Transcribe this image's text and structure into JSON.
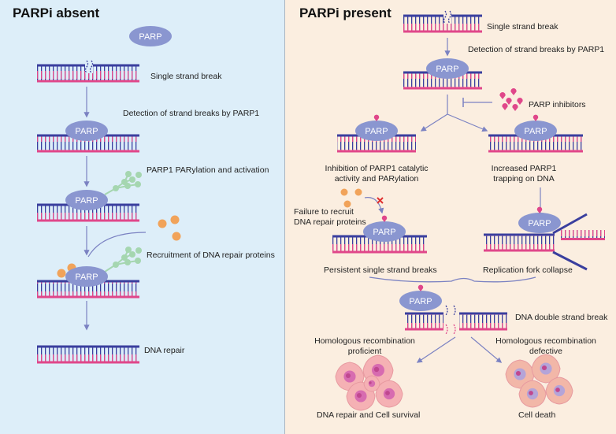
{
  "left": {
    "title": "PARPi absent",
    "parp": "PARP",
    "single_strand_break": "Single strand break",
    "detection": "Detection of strand breaks by PARP1",
    "parylation": "PARP1 PARylation and activation",
    "recruitment": "Recruitment of DNA repair proteins",
    "dna_repair": "DNA repair"
  },
  "right": {
    "title": "PARPi present",
    "parp": "PARP",
    "single_strand_break": "Single strand break",
    "detection": "Detection of strand breaks by PARP1",
    "inhibitors": "PARP inhibitors",
    "inhibition_line1": "Inhibition of PARP1 catalytic",
    "inhibition_line2": "activity and PARylation",
    "trapping_line1": "Increased PARP1",
    "trapping_line2": "trapping on DNA",
    "failure_line1": "Failure to recruit",
    "failure_line2": "DNA repair proteins",
    "persistent": "Persistent single strand breaks",
    "fork_collapse": "Replication fork collapse",
    "dsb": "DNA double strand break",
    "hr_proficient_line1": "Homologous recombination",
    "hr_proficient_line2": "proficient",
    "hr_defective_line1": "Homologous recombination",
    "hr_defective_line2": "defective",
    "survival": "DNA repair and Cell survival",
    "death": "Cell death"
  },
  "colors": {
    "dna_top": "#3a3f9e",
    "dna_bottom": "#e0478a",
    "parp": "#8a96d0",
    "arrow": "#7b82c2",
    "protein_orange": "#f1a35a",
    "par_chain": "#a5d6b0",
    "inhibitor": "#e0478a",
    "left_bg": "#ddeef9",
    "right_bg": "#fbeee0"
  }
}
